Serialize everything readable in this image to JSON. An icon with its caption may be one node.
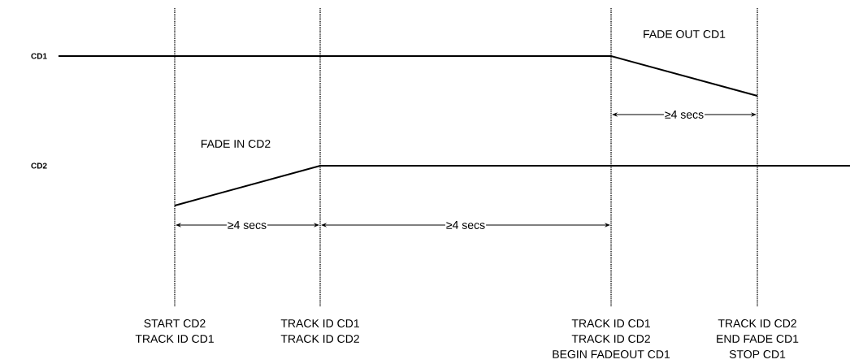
{
  "diagram": {
    "labels": [
      "FADE OUT CD1",
      "CD1",
      "≥4 secs",
      "FADE IN CD2",
      "CD2",
      "≥4 secs",
      "≥4 secs",
      "START CD2",
      "TRACK ID CD1",
      "TRACK ID CD1",
      "TRACK ID CD2",
      "TRACK ID CD1",
      "TRACK ID CD2",
      "BEGIN FADEOUT CD1",
      "TRACK ID CD2",
      "END FADE CD1",
      "STOP CD1"
    ]
  }
}
